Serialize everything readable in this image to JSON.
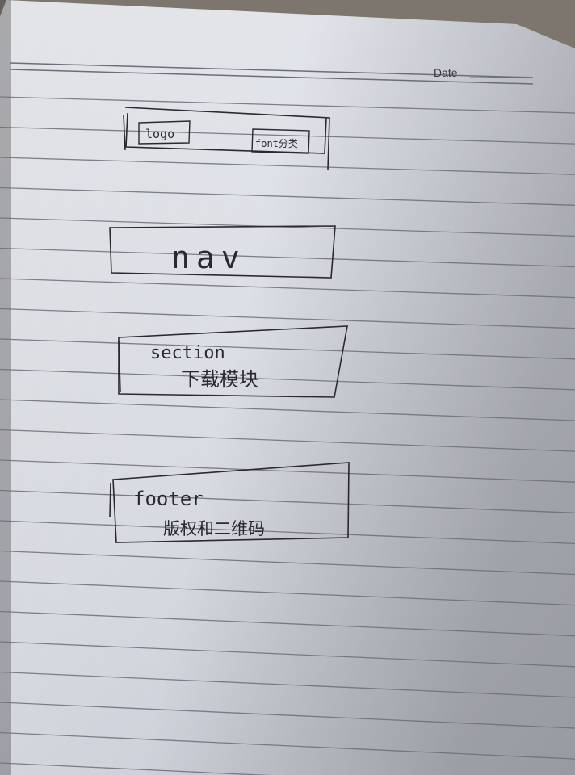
{
  "paper": {
    "date_label": "Date",
    "ruled": true,
    "paper_color": "#e9eaee",
    "line_color": "#6b6e78",
    "ink_color": "#2a2a2e"
  },
  "sketch": {
    "header": {
      "logo_label": "logo",
      "right_box_label": "font分类"
    },
    "nav": {
      "label": "nav"
    },
    "section": {
      "title": "section",
      "subtitle": "下载模块"
    },
    "footer": {
      "title": "footer",
      "subtitle": "版权和二维码"
    }
  }
}
